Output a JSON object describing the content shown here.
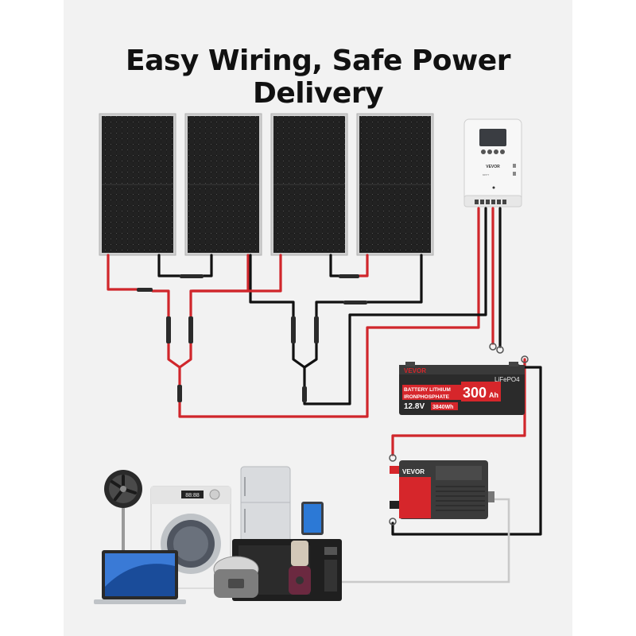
{
  "title": "Easy Wiring, Safe Power Delivery",
  "colors": {
    "background": "#f2f2f2",
    "positive_wire": "#d0262b",
    "negative_wire": "#111111",
    "ac_wire": "#c9c9c9",
    "panel_cell": "#1a1a1a",
    "panel_frame": "#c8c8c8",
    "battery_accent": "#d6262b",
    "inverter_accent": "#d6262b"
  },
  "controller": {
    "brand": "VEVOR",
    "model_text": "MPPT"
  },
  "battery": {
    "brand": "VEVOR",
    "chemistry": "LiFePO4",
    "line1": "BATTERY LITHIUM",
    "line2": "IRONPHOSPHATE",
    "voltage": "12.8V",
    "energy": "3840Wh",
    "capacity": "300",
    "capacity_unit": "Ah"
  },
  "inverter": {
    "brand": "VEVOR"
  },
  "appliances": {
    "washer_display": "88:88"
  }
}
